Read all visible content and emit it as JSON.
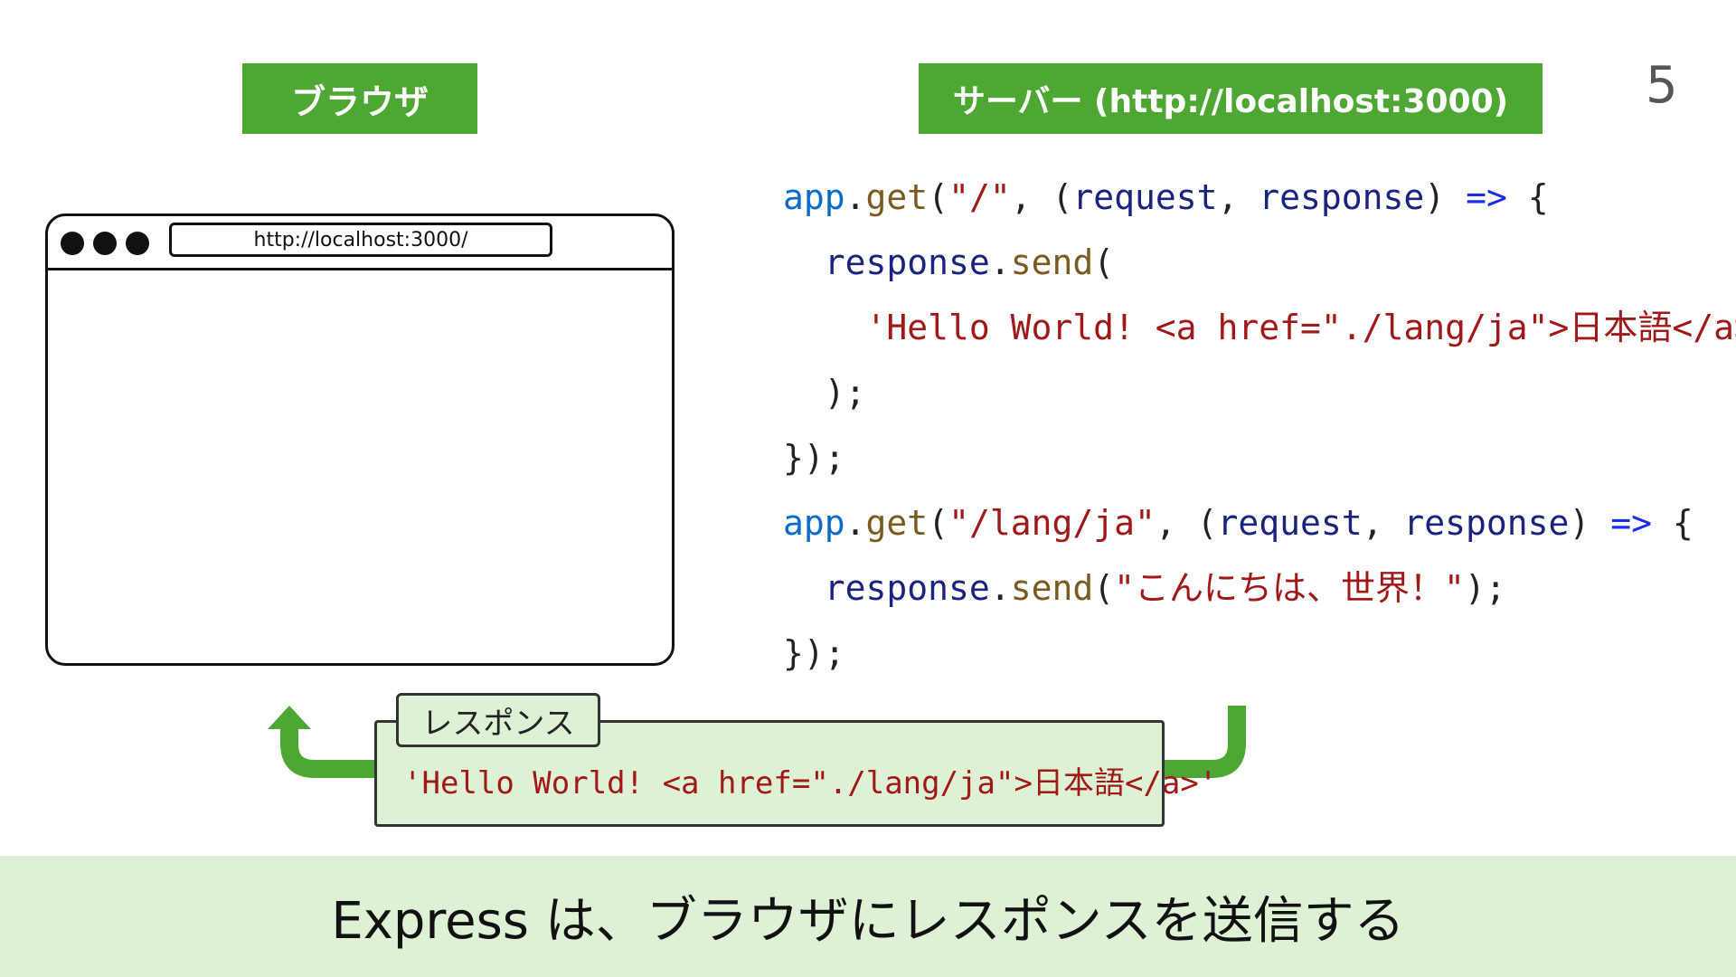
{
  "labels": {
    "browser": "ブラウザ",
    "server": "サーバー (http://localhost:3000)"
  },
  "page_number": "5",
  "browser_window": {
    "address": "http://localhost:3000/"
  },
  "code": {
    "line1": {
      "obj": "app",
      "dot": ".",
      "fn": "get",
      "open": "(",
      "path": "\"/\"",
      "comma": ", (",
      "p1": "request",
      "sep": ", ",
      "p2": "response",
      "close": ") ",
      "arrow": "=>",
      "brace": " {"
    },
    "line2": {
      "indent": "  ",
      "obj": "response",
      "dot": ".",
      "fn": "send",
      "open": "("
    },
    "line3": {
      "indent": "    ",
      "str": "'Hello World! <a href=\"./lang/ja\">日本語</a>'"
    },
    "line4": {
      "text": "  );"
    },
    "line5": {
      "text": "});"
    },
    "line6": {
      "obj": "app",
      "dot": ".",
      "fn": "get",
      "open": "(",
      "path": "\"/lang/ja\"",
      "comma": ", (",
      "p1": "request",
      "sep": ", ",
      "p2": "response",
      "close": ") ",
      "arrow": "=>",
      "brace": " {"
    },
    "line7": {
      "indent": "  ",
      "obj": "response",
      "dot": ".",
      "fn": "send",
      "open": "(",
      "str": "\"こんにちは、世界！\"",
      "close": ");"
    },
    "line8": {
      "text": "});"
    }
  },
  "response": {
    "tab_label": "レスポンス",
    "body": "'Hello World! <a href=\"./lang/ja\">日本語</a>'"
  },
  "footer": {
    "caption": "Express は、ブラウザにレスポンスを送信する"
  },
  "colors": {
    "label_green": "#4ea633",
    "light_green": "#dff1d4",
    "string_red": "#a01818",
    "identifier_blue": "#0b6bc9",
    "arrow_blue": "#1c2ee8"
  }
}
